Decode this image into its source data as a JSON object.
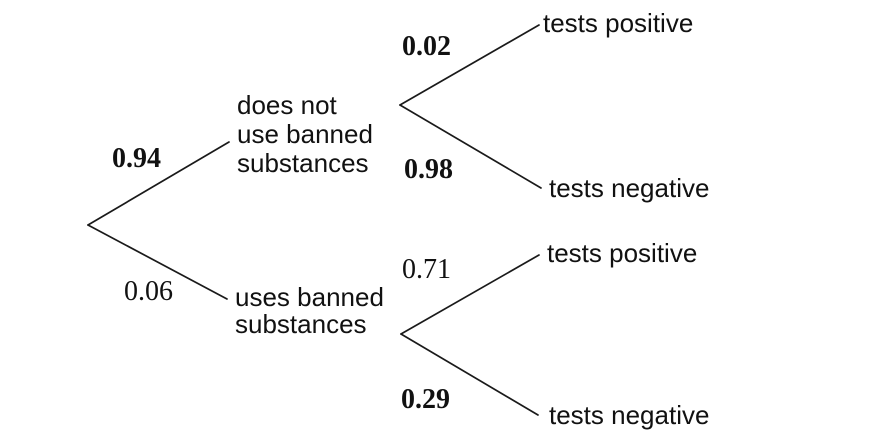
{
  "tree": {
    "type": "probability-tree",
    "colors": {
      "line": "#1a1a1a",
      "text": "#111111",
      "background": "#ffffff"
    },
    "branches": [
      {
        "probability": "0.94",
        "node_label": "does not\nuse banned\nsubstances",
        "children": [
          {
            "probability": "0.02",
            "outcome": "tests positive"
          },
          {
            "probability": "0.98",
            "outcome": "tests negative"
          }
        ]
      },
      {
        "probability": "0.06",
        "node_label": "uses banned\nsubstances",
        "children": [
          {
            "probability": "0.71",
            "outcome": "tests positive"
          },
          {
            "probability": "0.29",
            "outcome": "tests negative"
          }
        ]
      }
    ]
  }
}
